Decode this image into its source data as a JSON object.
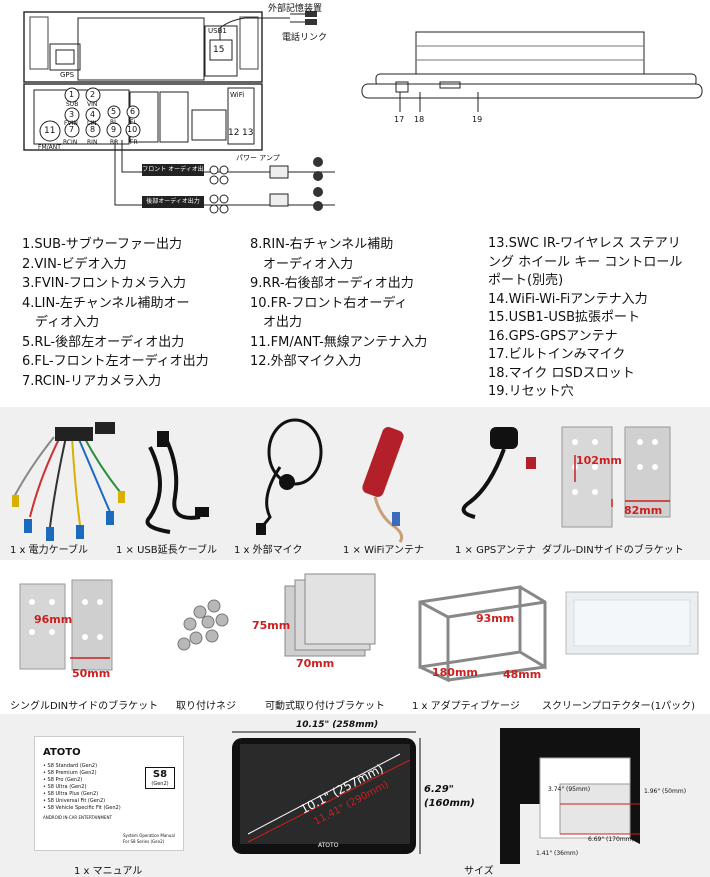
{
  "diagram": {
    "ext_storage": "外部記憶装置",
    "phone_link": "電話リンク",
    "usb1": "USB1",
    "num15": "15",
    "gps": "GPS",
    "wifi": "WiFi",
    "pin_nums": [
      "1",
      "2",
      "3",
      "4",
      "5",
      "6",
      "7",
      "8",
      "9",
      "10",
      "11",
      "12",
      "13"
    ],
    "pin_labels": [
      "SUB",
      "VIN",
      "FVIN",
      "LIN",
      "RL",
      "FL",
      "RCIN",
      "RIN",
      "RR",
      "FR",
      "FM/ANT"
    ],
    "front_audio": "フロント オーディオ出力",
    "rear_audio": "後部オーディオ出力",
    "power_amp": "パワー アンプ",
    "callouts": [
      "17",
      "18",
      "19"
    ]
  },
  "legend": {
    "col1": [
      "1.SUB-サブウーファー出力",
      "2.VIN-ビデオ入力",
      "3.FVIN-フロントカメラ入力",
      "4.LIN-左チャンネル補助オー",
      "　ディオ入力",
      "5.RL-後部左オーディオ出力",
      "6.FL-フロント左オーディオ出力",
      "7.RCIN-リアカメラ入力"
    ],
    "col2": [
      "8.RIN-右チャンネル補助",
      "　オーディオ入力",
      "9.RR-右後部オーディオ出力",
      "10.FR-フロント右オーディ",
      "　オ出力",
      "11.FM/ANT-無線アンテナ入力",
      "12.外部マイク入力"
    ],
    "col3": [
      "13.SWC IR-ワイヤレス ステアリ",
      "ング ホイール キー コントロール",
      "ポート(別売)",
      "14.WiFi-Wi-Fiアンテナ入力",
      "15.USB1-USB拡張ポート",
      "16.GPS-GPSアンテナ",
      "17.ビルトインみマイク",
      "18.マイク ロSDスロット",
      "19.リセット穴"
    ]
  },
  "row1": {
    "captions": [
      "1 x 電力ケーブル",
      "1 × USB延長ケーブル",
      "1 x 外部マイク",
      "1 × WiFiアンテナ",
      "1 × GPSアンテナ",
      "ダブル-DINサイドのブラケット"
    ],
    "dim_h": "102mm",
    "dim_w": "82mm"
  },
  "row2": {
    "captions": [
      "シングルDINサイドのブラケット",
      "取り付けネジ",
      "可動式取り付けブラケット",
      "1 x アダプティブケージ",
      "スクリーンプロテクター(1パック)"
    ],
    "single_h": "96mm",
    "single_w": "50mm",
    "mov_h": "75mm",
    "mov_w": "70mm",
    "cage_h": "93mm",
    "cage_w": "180mm",
    "cage_d": "48mm"
  },
  "row3": {
    "captions": [
      "1 x マニュアル",
      "サイズ"
    ],
    "manual": {
      "brand": "ATOTO",
      "items": [
        "• S8 Standard (Gen2)",
        "• S8 Premium (Gen2)",
        "• S8 Pro (Gen2)",
        "• S8 Ultra (Gen2)",
        "• S8 Ultra Plus (Gen2)",
        "• S8 Universal Fit (Gen2)",
        "• S8 Vehicle Specific Fit (Gen2)"
      ],
      "sub": "ANDROID IN-CAR ENTERTAINMENT",
      "model": "S8",
      "model_sub": "(Gen2)",
      "ops": "System Operation Manual",
      "ops_sub": "For S8 Series (Gen2)"
    },
    "width": "10.15\" (258mm)",
    "height": "6.29\"",
    "height_mm": "(160mm)",
    "diag1": "10.1\" (257mm)",
    "diag2": "11.41\" (290mm)",
    "screen_brand": "ATOTO",
    "d374": "3.74\" (95mm)",
    "d196": "1.96\" (50mm)",
    "d669": "6.69\" (170mm)",
    "d141": "1.41\" (36mm)"
  },
  "watermark": "ATOTO",
  "colors": {
    "accent": "#cc1f1f",
    "section_bg": "#f0f0f0"
  }
}
